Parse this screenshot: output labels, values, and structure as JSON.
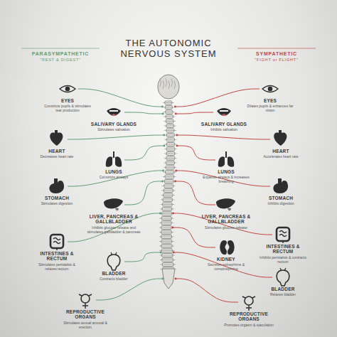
{
  "diagram": {
    "title": "THE AUTONOMIC NERVOUS SYSTEM",
    "nodes": [
      {
        "text": [
          "EYES",
          "Constricts pupils & stimulates tear production"
        ]
      },
      {
        "text": [
          "SALIVARY GLANDS",
          "Stimulates salivation"
        ]
      },
      {
        "text": [
          "HEART",
          "Decreases heart rate"
        ]
      },
      {
        "text": [
          "LUNGS",
          "Constricts airways"
        ]
      },
      {
        "text": [
          "STOMACH",
          "Stimulates digestion"
        ]
      },
      {
        "text": [
          "LIVER, PANCREAS & GALLBLADDER",
          "Inhibits glucose release and stimulates gallbladder & pancreas"
        ]
      },
      {
        "text": [
          "INTESTINES & RECTUM",
          "Stimulates peristalsis & relaxes rectum"
        ]
      },
      {
        "text": [
          "BLADDER",
          "Contracts bladder"
        ]
      },
      {
        "text": [
          "REPRODUCTIVE ORGANS",
          "Stimulates sexual arousal & erection"
        ]
      },
      {
        "text": [
          "EYES",
          "Dilates pupils & enhances far vision"
        ]
      },
      {
        "text": [
          "SALIVARY GLANDS",
          "Inhibits salivation"
        ]
      },
      {
        "text": [
          "HEART",
          "Accelerates heart rate"
        ]
      },
      {
        "text": [
          "LUNGS",
          "Expands airways & increases breathing"
        ]
      },
      {
        "text": [
          "STOMACH",
          "Inhibits digestion"
        ]
      },
      {
        "text": [
          "LIVER, PANCREAS & GALLBLADDER",
          "Stimulates glucose release"
        ]
      },
      {
        "text": [
          "INTESTINES & RECTUM",
          "Inhibits peristalsis & contracts rectum"
        ]
      },
      {
        "text": [
          "KIDNEY",
          "Secretes epinephrine & norepinephrine"
        ]
      },
      {
        "text": [
          "BLADDER",
          "Relaxes bladder"
        ]
      },
      {
        "text": [
          "REPRODUCTIVE ORGANS",
          "Promotes orgasm & ejaculation"
        ]
      }
    ],
    "labels": [
      "PARASYMPATHETIC",
      "\"REST & DIGEST\"",
      "SYMPATHETIC",
      "\"FIGHT or FLIGHT\""
    ]
  }
}
